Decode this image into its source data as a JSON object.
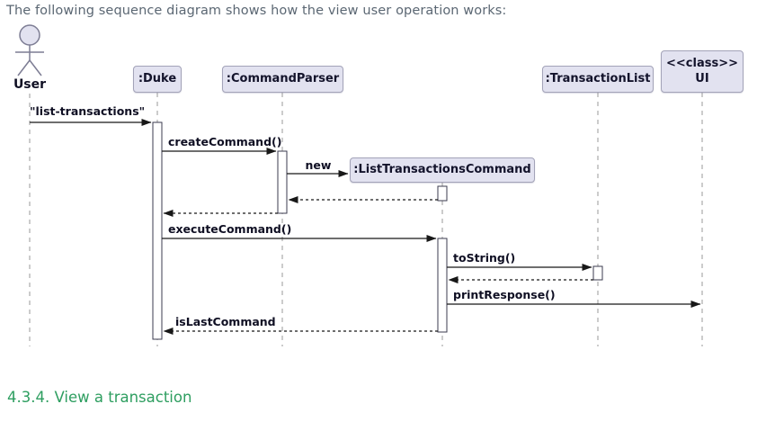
{
  "page": {
    "intro_text": "The following sequence diagram shows how the view user operation works:",
    "intro_color": "#5b6773",
    "section_heading": "4.3.4. View a transaction",
    "section_heading_color": "#2e9e60"
  },
  "diagram": {
    "type": "uml-sequence-diagram",
    "actor": {
      "name": "User",
      "icon": "stick-figure-actor-icon"
    },
    "participants": [
      {
        "label": ":Duke"
      },
      {
        "label": ":CommandParser"
      },
      {
        "label": ":TransactionList"
      },
      {
        "stereotype": "<<class>>",
        "label": "UI"
      },
      {
        "label": ":ListTransactionsCommand",
        "created_during_sequence": true
      }
    ],
    "messages": [
      {
        "label": "\"list-transactions\"",
        "from": "User",
        "to": ":Duke",
        "type": "solid"
      },
      {
        "label": "createCommand()",
        "from": ":Duke",
        "to": ":CommandParser",
        "type": "solid"
      },
      {
        "label": "new",
        "from": ":CommandParser",
        "to": ":ListTransactionsCommand",
        "type": "solid"
      },
      {
        "label": "",
        "from": ":ListTransactionsCommand",
        "to": ":CommandParser",
        "type": "return-dashed"
      },
      {
        "label": "",
        "from": ":CommandParser",
        "to": ":Duke",
        "type": "return-dashed"
      },
      {
        "label": "executeCommand()",
        "from": ":Duke",
        "to": ":ListTransactionsCommand",
        "type": "solid"
      },
      {
        "label": "toString()",
        "from": ":ListTransactionsCommand",
        "to": ":TransactionList",
        "type": "solid"
      },
      {
        "label": "",
        "from": ":TransactionList",
        "to": ":ListTransactionsCommand",
        "type": "return-dashed"
      },
      {
        "label": "printResponse()",
        "from": ":ListTransactionsCommand",
        "to": "UI",
        "type": "solid"
      },
      {
        "label": "isLastCommand",
        "from": ":ListTransactionsCommand",
        "to": ":Duke",
        "type": "return-dashed"
      }
    ],
    "colors": {
      "participant_fill": "#e2e2f0",
      "participant_border": "#a3a3b8",
      "lifeline": "#999999",
      "arrow": "#181818",
      "activation_fill": "#ffffff",
      "activation_border": "#3b3b4f"
    }
  }
}
